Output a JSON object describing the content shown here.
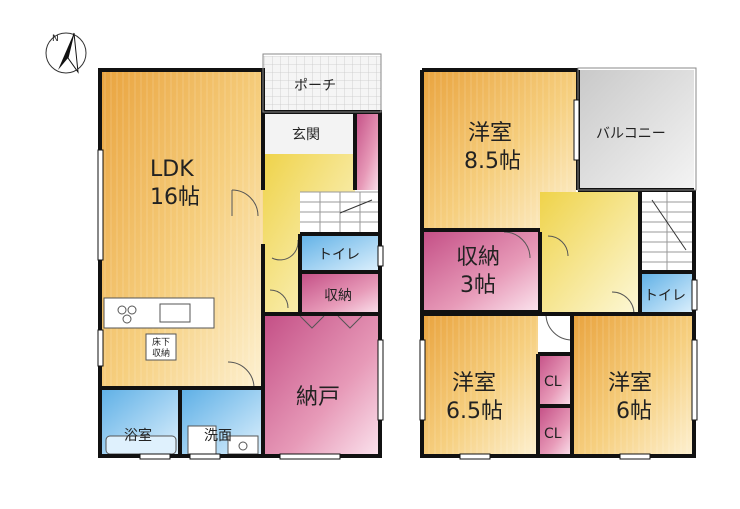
{
  "compass": {
    "north_label": "N",
    "icon": "north-arrow-icon"
  },
  "floor1": {
    "ldk_name": "LDK",
    "ldk_size": "16帖",
    "porch": "ポーチ",
    "entrance": "玄関",
    "toilet": "トイレ",
    "storage": "収納",
    "nando": "納戸",
    "underfloor_line1": "床下",
    "underfloor_line2": "収納",
    "bathroom": "浴室",
    "washroom": "洗面"
  },
  "floor2": {
    "western_a_name": "洋室",
    "western_a_size": "8.5帖",
    "balcony": "バルコニー",
    "storage_name": "収納",
    "storage_size": "3帖",
    "toilet": "トイレ",
    "western_b_name": "洋室",
    "western_b_size": "6.5帖",
    "western_c_name": "洋室",
    "western_c_size": "6帖",
    "closet_1": "CL",
    "closet_2": "CL"
  },
  "colors": {
    "wood_room": "#f2b95a",
    "pink_room": "#d9709a",
    "blue_room": "#8ec8ee",
    "hall": "#f4e25a",
    "white_room": "#f7f7f7",
    "grey_area": "#dcdcdc",
    "wall": "#111111"
  }
}
